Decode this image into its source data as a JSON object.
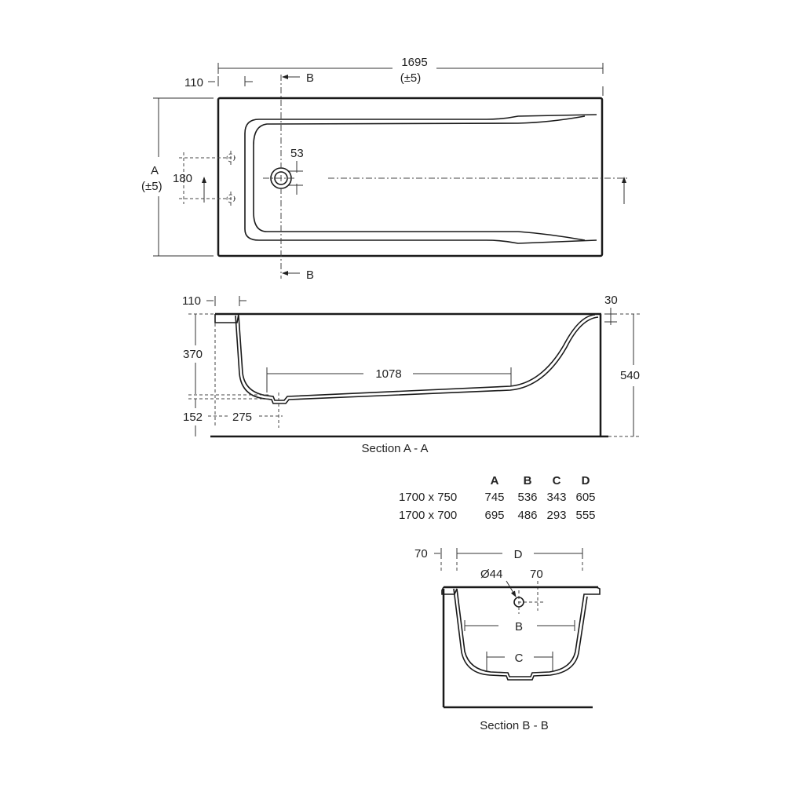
{
  "plan": {
    "length": "1695",
    "length_tol": "(±5)",
    "width_label": "A",
    "width_tol": "(±5)",
    "offset_110": "110",
    "tap_spacing": "180",
    "waste_offset": "53",
    "section_b": "B"
  },
  "section_aa": {
    "title": "Section A - A",
    "offset_110": "110",
    "rim": "30",
    "depth": "370",
    "height": "540",
    "base_length": "1078",
    "floor": "152",
    "waste_pos": "275"
  },
  "table": {
    "headers": [
      "A",
      "B",
      "C",
      "D"
    ],
    "rows": [
      {
        "size": "1700 x 750",
        "values": [
          "745",
          "536",
          "343",
          "605"
        ]
      },
      {
        "size": "1700 x 700",
        "values": [
          "695",
          "486",
          "293",
          "555"
        ]
      }
    ]
  },
  "section_bb": {
    "title": "Section B - B",
    "rim": "70",
    "width_label": "D",
    "overflow_dia": "Ø44",
    "overflow_offset": "70",
    "inner_label": "B",
    "base_label": "C"
  }
}
